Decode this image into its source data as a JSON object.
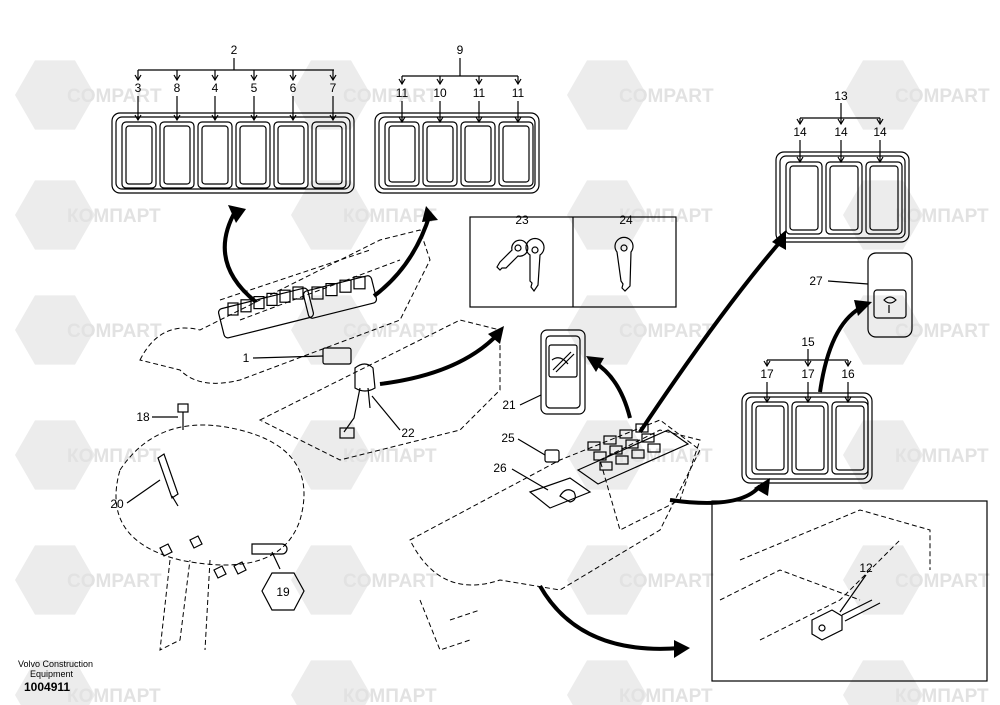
{
  "watermark": {
    "text_latin": "COMPART",
    "text_cyrillic": "КОМПАРТ"
  },
  "callouts": {
    "c1": "1",
    "c2": "2",
    "c3": "3",
    "c4": "4",
    "c5": "5",
    "c6": "6",
    "c7": "7",
    "c8": "8",
    "c9": "9",
    "c10": "10",
    "c11": "11",
    "c12": "12",
    "c13": "13",
    "c14": "14",
    "c15": "15",
    "c16": "16",
    "c17": "17",
    "c18": "18",
    "c19": "19",
    "c20": "20",
    "c21": "21",
    "c22": "22",
    "c23": "23",
    "c24": "24",
    "c25": "25",
    "c26": "26",
    "c27": "27"
  },
  "footer": {
    "maker_line1": "Volvo Construction",
    "maker_line2": "Equipment",
    "doc_number": "1004911"
  },
  "colors": {
    "line": "#000000",
    "watermark": "#e2e2e2",
    "background": "#ffffff"
  }
}
